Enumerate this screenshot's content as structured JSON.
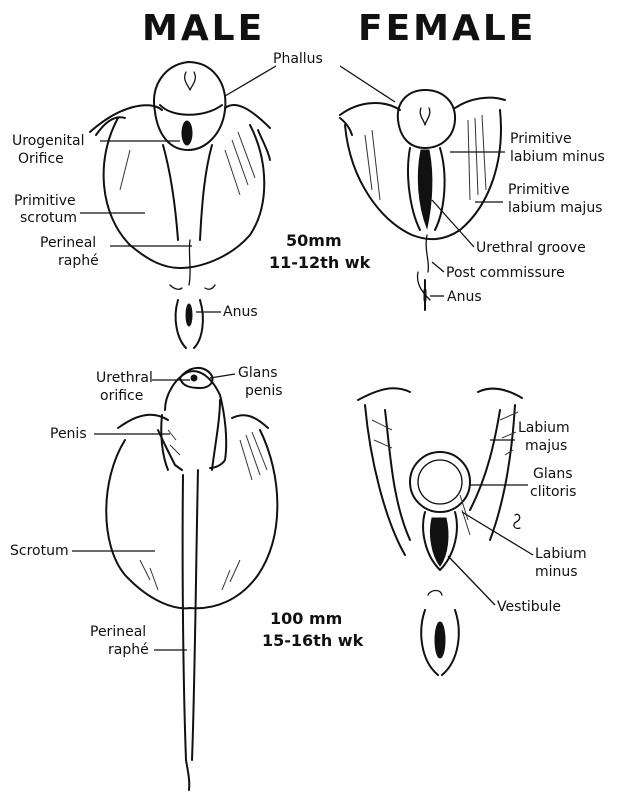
{
  "headings": {
    "male": "MALE",
    "female": "FEMALE"
  },
  "stage_50": {
    "length": "50mm",
    "age": "11-12th wk"
  },
  "stage_100": {
    "length": "100 mm",
    "age": "15-16th wk"
  },
  "labels_50": {
    "phallus": "Phallus",
    "urogenital_1": "Urogenital",
    "urogenital_2": "Orifice",
    "prim_scrotum_1": "Primitive",
    "prim_scrotum_2": "scrotum",
    "perineal_raphe_1": "Perineal",
    "perineal_raphe_2": "raphé",
    "anus_male": "Anus",
    "prim_minus_1": "Primitive",
    "prim_minus_2": "labium minus",
    "prim_majus_1": "Primitive",
    "prim_majus_2": "labium majus",
    "urethral_groove": "Urethral groove",
    "post_commissure": "Post commissure",
    "anus_female": "Anus"
  },
  "labels_100": {
    "urethral_orifice_1": "Urethral",
    "urethral_orifice_2": "orifice",
    "glans_penis_1": "Glans",
    "glans_penis_2": "penis",
    "penis": "Penis",
    "scrotum": "Scrotum",
    "perineal_raphe_1": "Perineal",
    "perineal_raphe_2": "raphé",
    "labium_majus_1": "Labium",
    "labium_majus_2": "majus",
    "glans_clitoris_1": "Glans",
    "glans_clitoris_2": "clitoris",
    "labium_minus_1": "Labium",
    "labium_minus_2": "minus",
    "vestibule": "Vestibule"
  }
}
